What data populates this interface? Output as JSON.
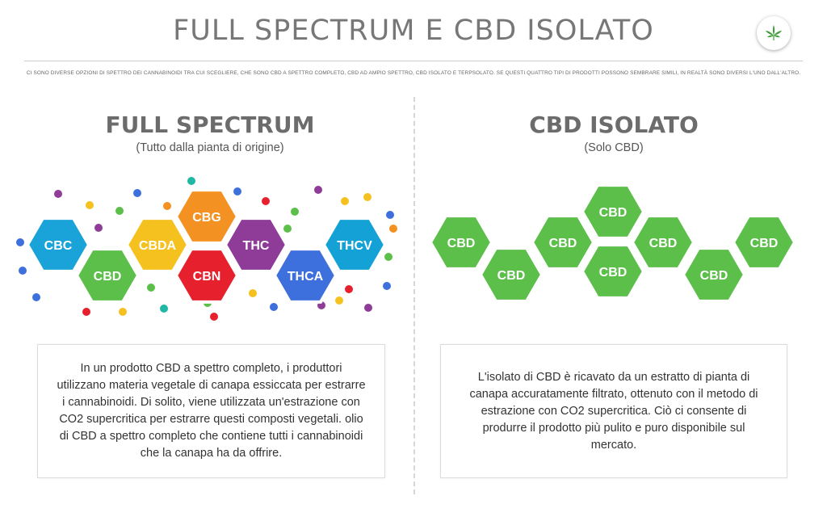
{
  "header": {
    "title": "FULL SPECTRUM E  CBD ISOLATO",
    "subtitle": "CI SONO DIVERSE OPZIONI DI SPETTRO DEI CANNABINOIDI TRA CUI SCEGLIERE, CHE SONO CBD A SPETTRO COMPLETO, CBD AD AMPIO SPETTRO, CBD ISOLATO E TERPSOLATO.  SE QUESTI QUATTRO TIPI DI PRODOTTI POSSONO SEMBRARE SIMILI, IN REALTÀ SONO DIVERSI L'UNO DALL'ALTRO.",
    "logo_icon": "cannabis-leaf-icon"
  },
  "left": {
    "title": "FULL SPECTRUM",
    "subtitle": "(Tutto dalla pianta di origine)",
    "hexagons": [
      {
        "label": "CBC",
        "color": "#1aa3d9"
      },
      {
        "label": "CBD",
        "color": "#5cbf4a"
      },
      {
        "label": "CBDA",
        "color": "#f5c11f"
      },
      {
        "label": "CBG",
        "color": "#f39222"
      },
      {
        "label": "CBN",
        "color": "#e7202e"
      },
      {
        "label": "THC",
        "color": "#8e3c97"
      },
      {
        "label": "THCA",
        "color": "#3e70dd"
      },
      {
        "label": "THCV",
        "color": "#14a2d6"
      }
    ],
    "description": "In un prodotto CBD a spettro completo, i produttori utilizzano materia vegetale di canapa essiccata per estrarre i cannabinoidi. Di solito, viene utilizzata un'estrazione con CO2 supercritica per estrarre questi composti vegetali. olio di CBD a spettro completo che contiene tutti i cannabinoidi che la canapa ha da offrire."
  },
  "right": {
    "title": "CBD ISOLATO",
    "subtitle": "(Solo CBD)",
    "hexagons": [
      {
        "label": "CBD",
        "color": "#5cbf4a"
      },
      {
        "label": "CBD",
        "color": "#5cbf4a"
      },
      {
        "label": "CBD",
        "color": "#5cbf4a"
      },
      {
        "label": "CBD",
        "color": "#5cbf4a"
      },
      {
        "label": "CBD",
        "color": "#5cbf4a"
      },
      {
        "label": "CBD",
        "color": "#5cbf4a"
      },
      {
        "label": "CBD",
        "color": "#5cbf4a"
      },
      {
        "label": "CBD",
        "color": "#5cbf4a"
      }
    ],
    "description": "L'isolato di CBD è ricavato da un estratto di pianta di canapa accuratamente filtrato, ottenuto con il metodo di estrazione con CO2 supercritica. Ciò ci consente di produrre il prodotto più pulito e puro disponibile sul mercato."
  },
  "colors": {
    "dot_palette": [
      "#8e3c97",
      "#f5c11f",
      "#3e70dd",
      "#5cbf4a",
      "#e7202e",
      "#1fb8a4",
      "#f39222"
    ]
  }
}
